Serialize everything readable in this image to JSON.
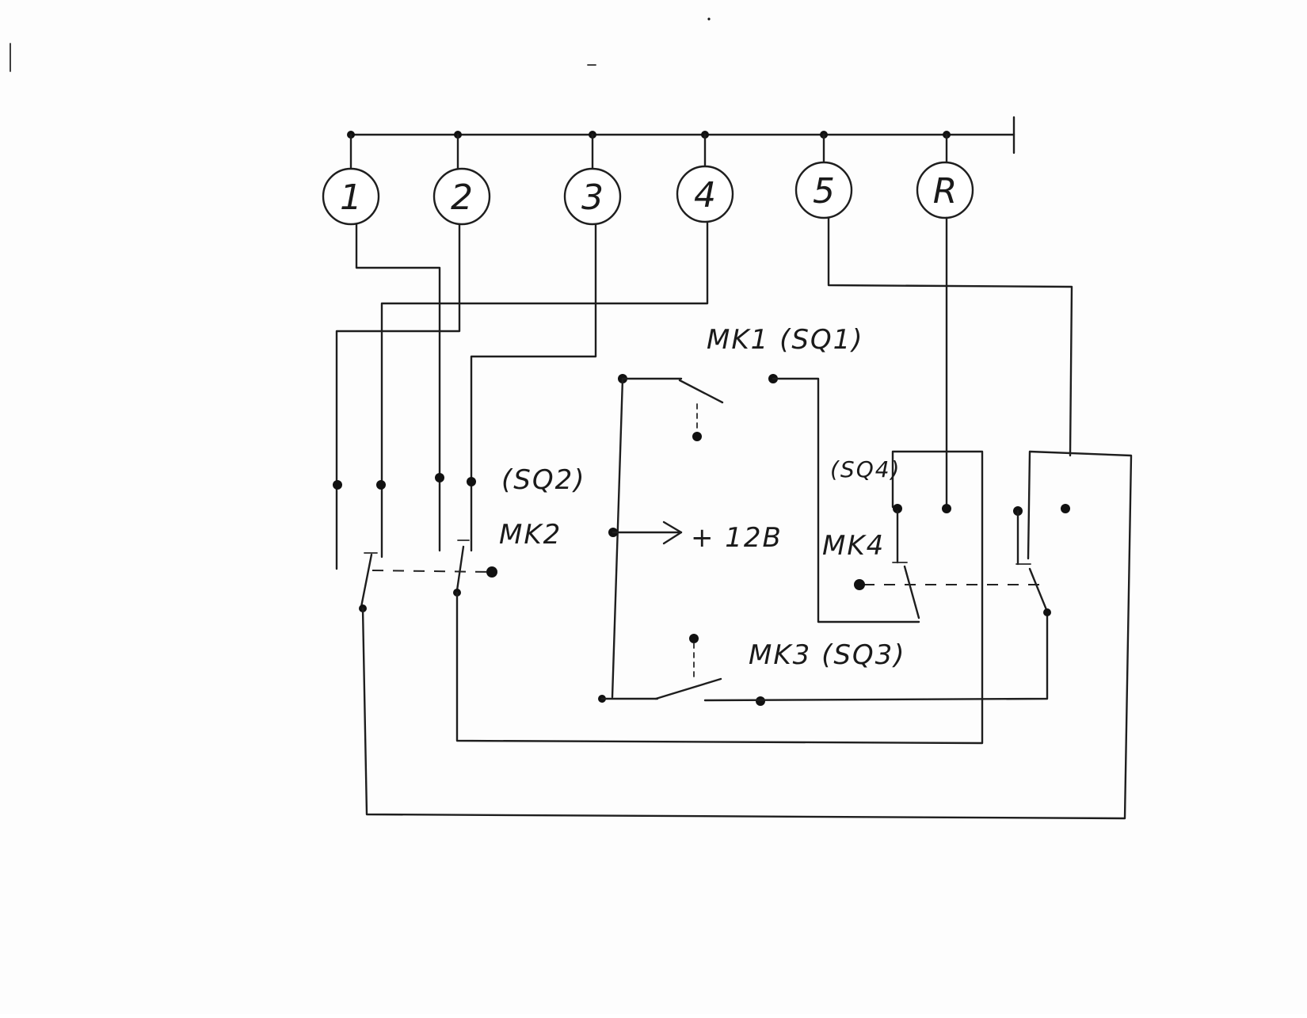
{
  "lamps": [
    {
      "label": "1"
    },
    {
      "label": "2"
    },
    {
      "label": "3"
    },
    {
      "label": "4"
    },
    {
      "label": "5"
    },
    {
      "label": "R"
    }
  ],
  "labels": {
    "mk1": "MK1 (SQ1)",
    "sq2": "(SQ2)",
    "mk2": "MK2",
    "supply": "+ 12B",
    "sq4": "(SQ4)",
    "mk4": "MK4",
    "mk3": "MK3 (SQ3)"
  }
}
